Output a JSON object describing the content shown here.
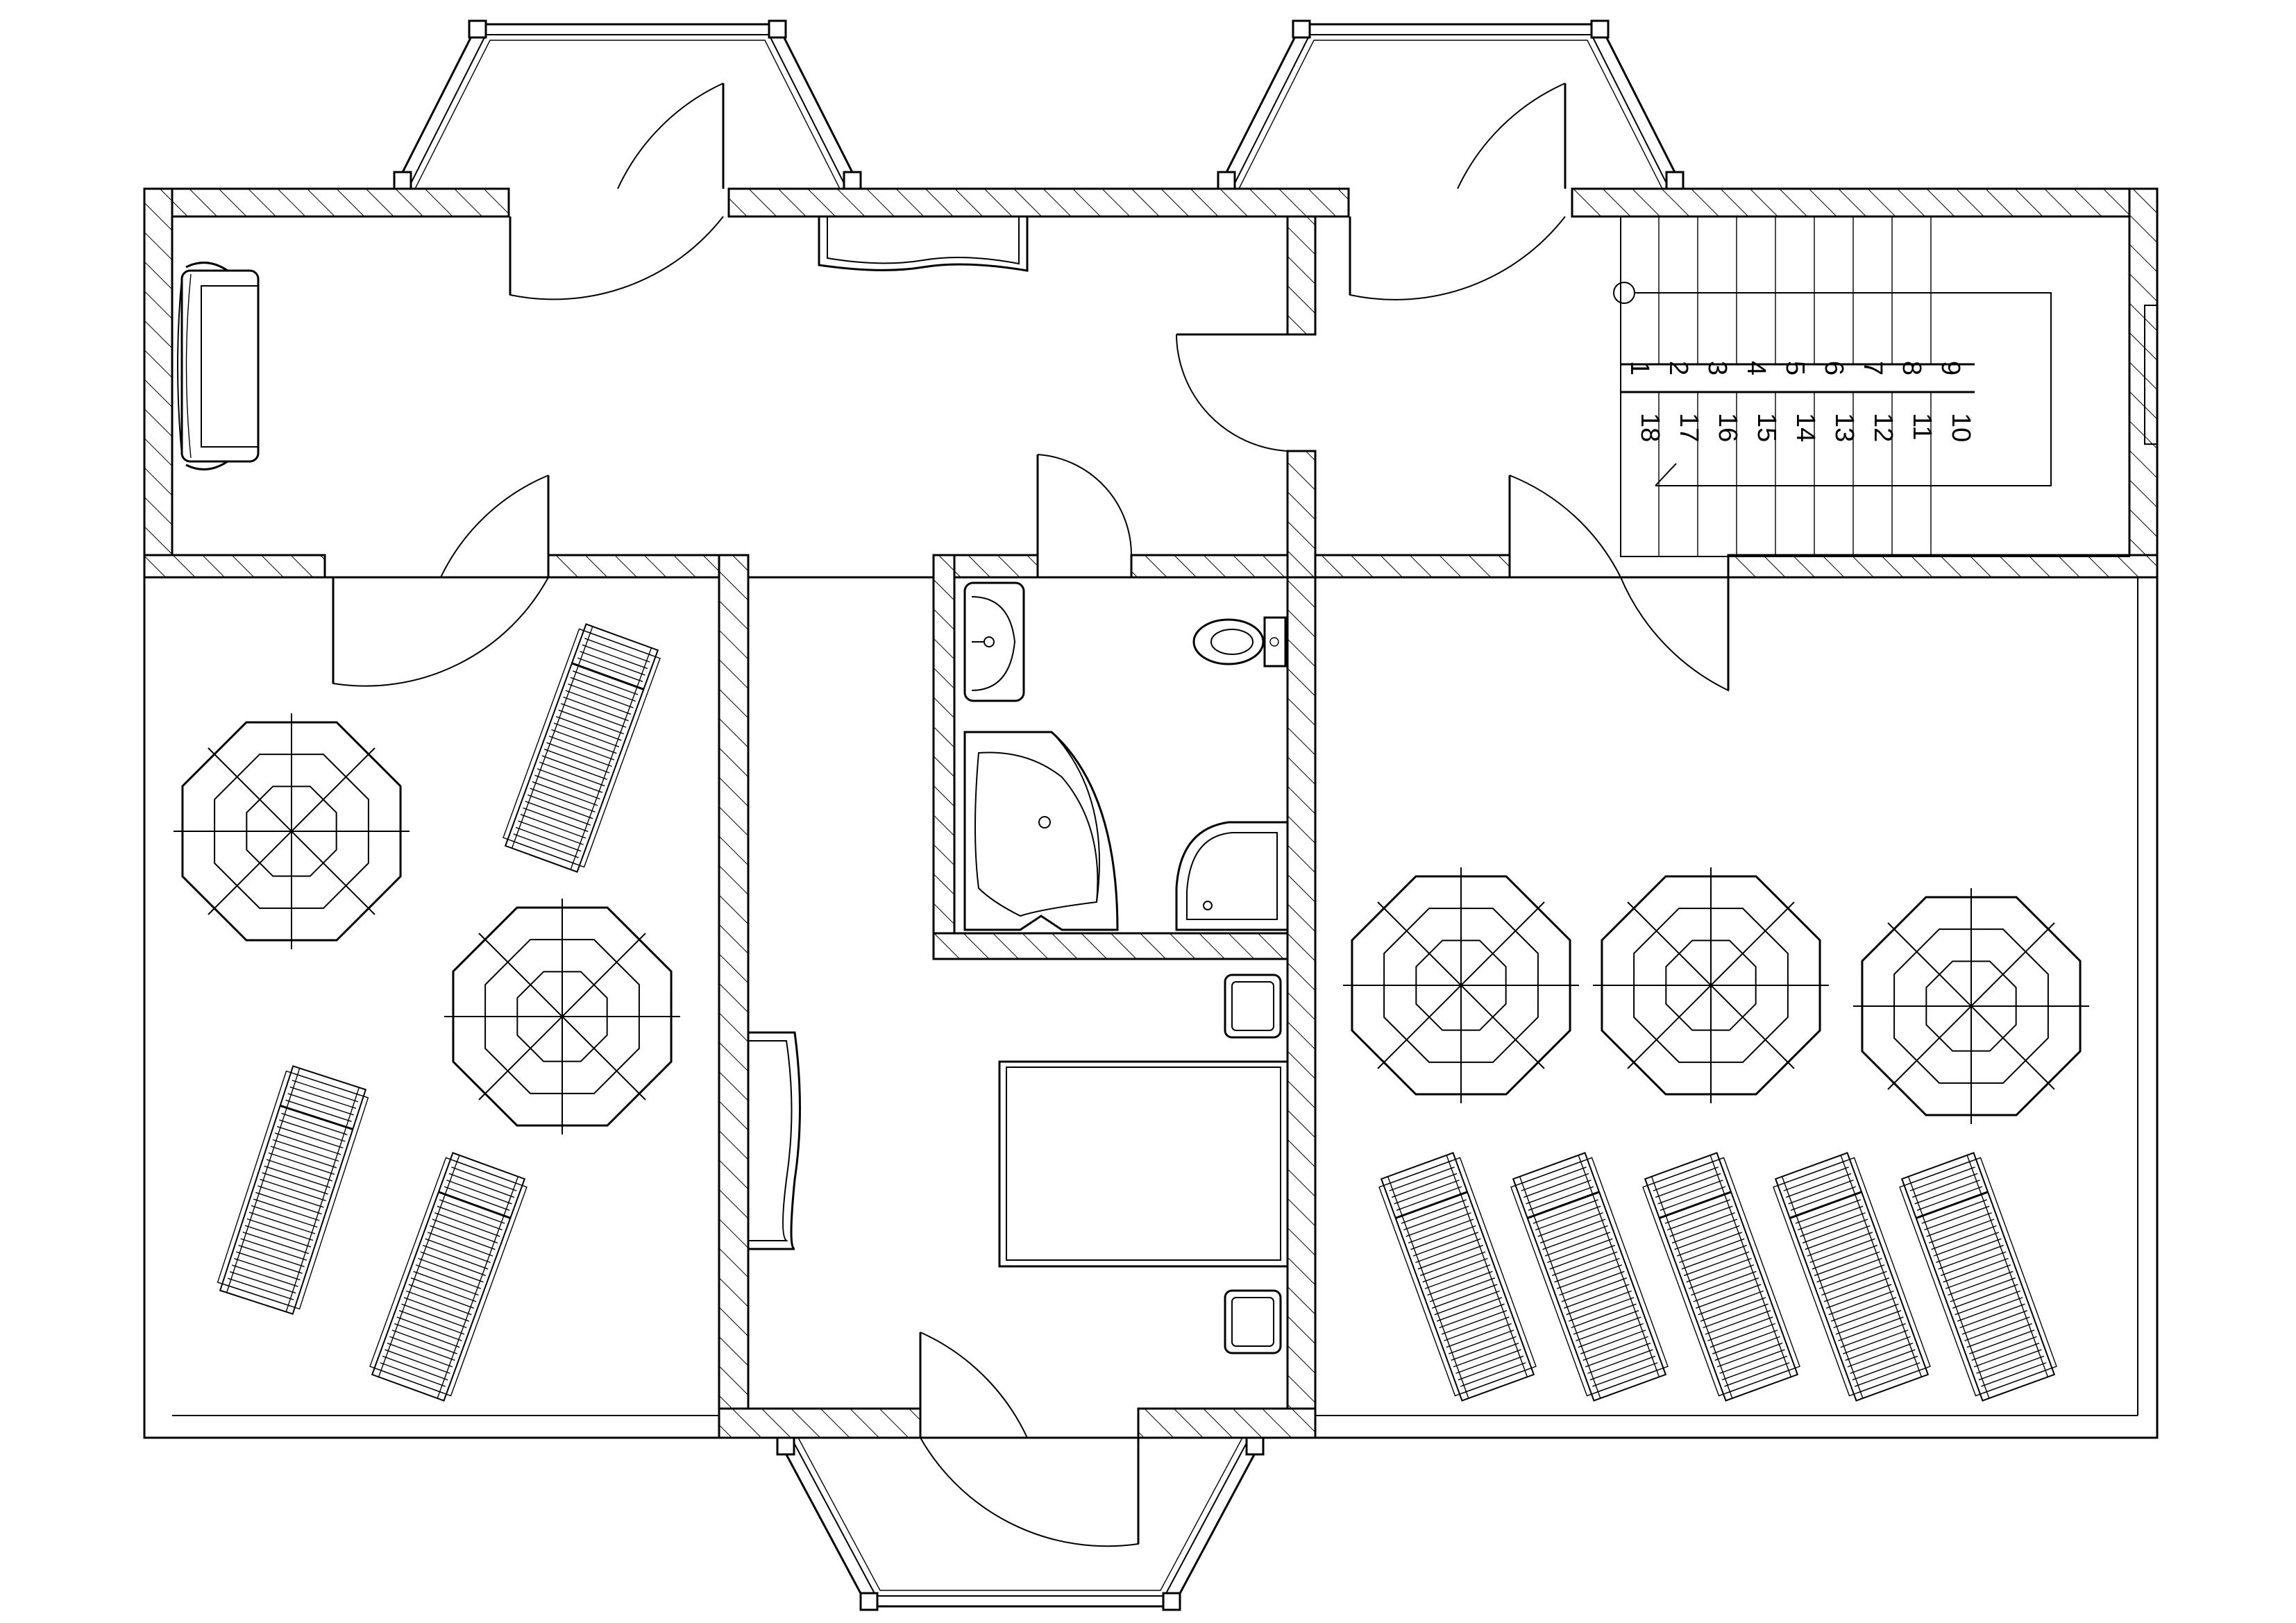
{
  "plan": {
    "stair_numbers_upper": [
      "1",
      "2",
      "3",
      "4",
      "5",
      "6",
      "7",
      "8",
      "9"
    ],
    "stair_numbers_lower": [
      "18",
      "17",
      "16",
      "15",
      "14",
      "13",
      "12",
      "11",
      "10"
    ]
  },
  "icons": {
    "sofa": "sofa-icon",
    "parasol": "parasol-icon",
    "sunbed": "sunbed-icon",
    "sink": "sink-icon",
    "toilet": "toilet-icon",
    "corner_bath": "corner-bath-icon",
    "shower_tray": "shower-tray-icon",
    "bed": "double-bed-icon",
    "nightstand": "nightstand-icon",
    "radiator": "radiator-icon"
  },
  "colors": {
    "line": "#000000",
    "background": "#ffffff"
  }
}
